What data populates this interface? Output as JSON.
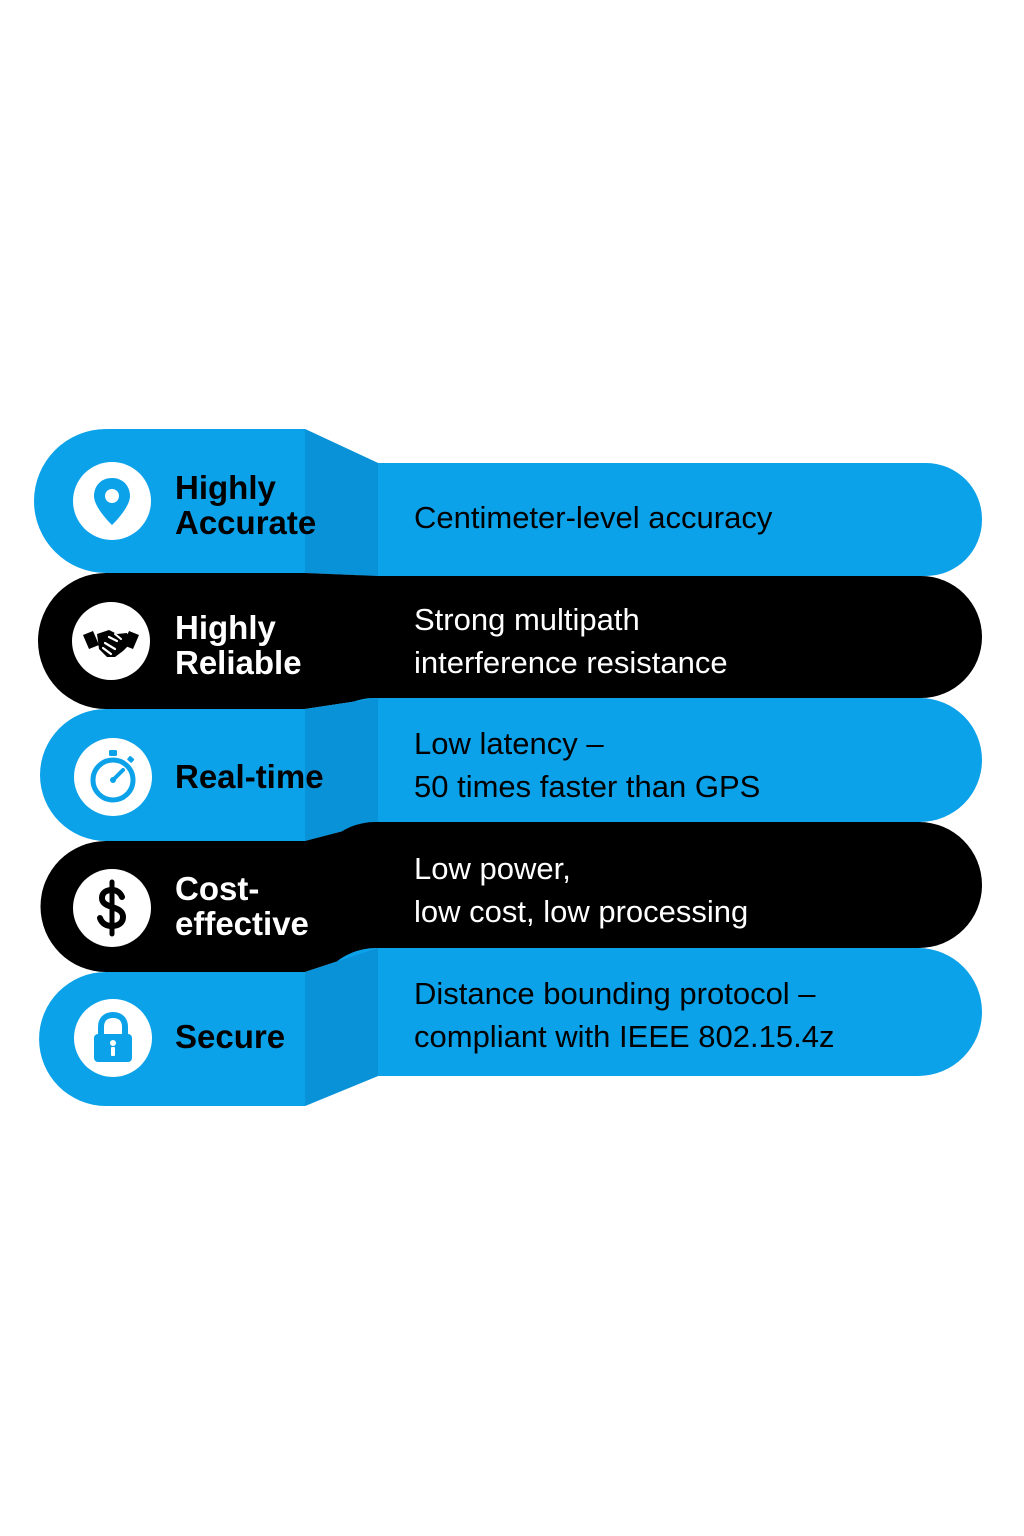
{
  "colors": {
    "blue": "#0CA2EA",
    "blue_dark": "#0A92D8",
    "black": "#000000",
    "white": "#ffffff"
  },
  "features": [
    {
      "title_lines": [
        "Highly",
        "Accurate"
      ],
      "description_lines": [
        "Centimeter-level accuracy"
      ],
      "icon": "location-pin-icon",
      "theme": "blue"
    },
    {
      "title_lines": [
        "Highly",
        "Reliable"
      ],
      "description_lines": [
        "Strong multipath",
        "interference resistance"
      ],
      "icon": "handshake-icon",
      "theme": "black"
    },
    {
      "title_lines": [
        "Real-time"
      ],
      "description_lines": [
        "Low latency –",
        "50 times faster than GPS"
      ],
      "icon": "stopwatch-icon",
      "theme": "blue"
    },
    {
      "title_lines": [
        "Cost-",
        "effective"
      ],
      "description_lines": [
        "Low power,",
        "low cost, low processing"
      ],
      "icon": "dollar-icon",
      "theme": "black"
    },
    {
      "title_lines": [
        "Secure"
      ],
      "description_lines": [
        "Distance bounding protocol –",
        "compliant with IEEE 802.15.4z"
      ],
      "icon": "padlock-icon",
      "theme": "blue"
    }
  ]
}
